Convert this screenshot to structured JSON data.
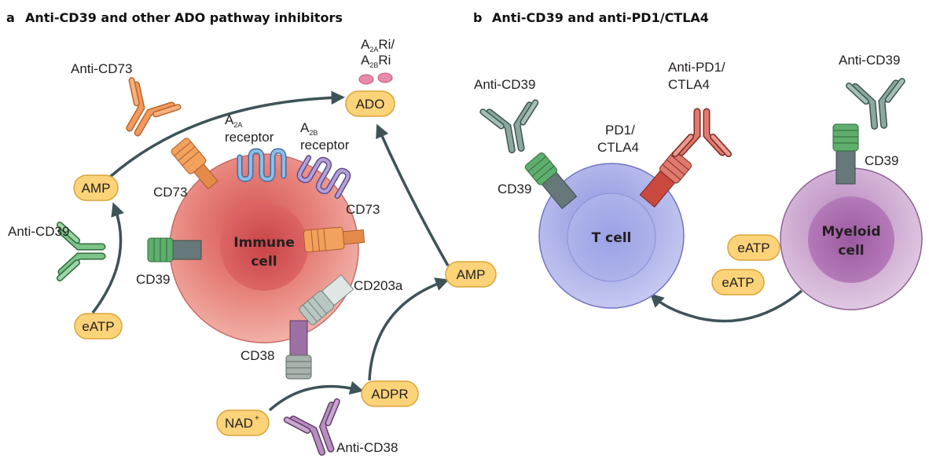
{
  "panel_a": {
    "letter": "a",
    "title": "Anti-CD39 and other ADO pathway inhibitors",
    "cell_line1": "Immune",
    "cell_line2": "cell",
    "pills": {
      "ado": "ADO",
      "amp_left": "AMP",
      "eatp": "eATP",
      "amp_right": "AMP",
      "adpr": "ADPR",
      "nad": "NAD",
      "nad_sup": "+"
    },
    "labels": {
      "a2ari_a": "A",
      "a2ari_sub": "2A",
      "a2ari_b": "Ri/",
      "a2bri_a": "A",
      "a2bri_sub": "2B",
      "a2bri_b": "Ri",
      "anti_cd73": "Anti-CD73",
      "anti_cd39": "Anti-CD39",
      "anti_cd38": "Anti-CD38",
      "a2a_a": "A",
      "a2a_sub": "2A",
      "a2a_receptor": "receptor",
      "a2b_a": "A",
      "a2b_sub": "2B",
      "a2b_receptor": "receptor",
      "cd73_left": "CD73",
      "cd73_right": "CD73",
      "cd39": "CD39",
      "cd203a": "CD203a",
      "cd38": "CD38"
    }
  },
  "panel_b": {
    "letter": "b",
    "title": "Anti-CD39 and anti-PD1/CTLA4",
    "tcell": "T cell",
    "myeloid_line1": "Myeloid",
    "myeloid_line2": "cell",
    "pills": {
      "eatp1": "eATP",
      "eatp2": "eATP"
    },
    "labels": {
      "anti_cd39_left": "Anti-CD39",
      "anti_cd39_right": "Anti-CD39",
      "anti_pd1_line1": "Anti-PD1/",
      "anti_pd1_line2": "CTLA4",
      "pd1_line1": "PD1/",
      "pd1_line2": "CTLA4",
      "cd39_left": "CD39",
      "cd39_right": "CD39"
    }
  },
  "colors": {
    "pill_fill": "#fdd37a",
    "pill_stroke": "#d9a53a",
    "arrow": "#3d5358",
    "immune_cell": "#e8817a",
    "tcell": "#a9aee6",
    "myeloid": "#c59bc8",
    "cd73": "#f3a15c",
    "cd39": "#5fae6d",
    "cd203a": "#b9c7c3",
    "cd38": "#9c6fa5",
    "a2a": "#6fa3d8",
    "a2b": "#8f77b8",
    "anti_cd73": "#f29a5d",
    "anti_cd39": "#5da76a",
    "anti_cd39_grey": "#6e8d85",
    "anti_cd38": "#9a6aa2",
    "pd1": "#d96457",
    "inhibitor_dot": "#e88aa8"
  }
}
